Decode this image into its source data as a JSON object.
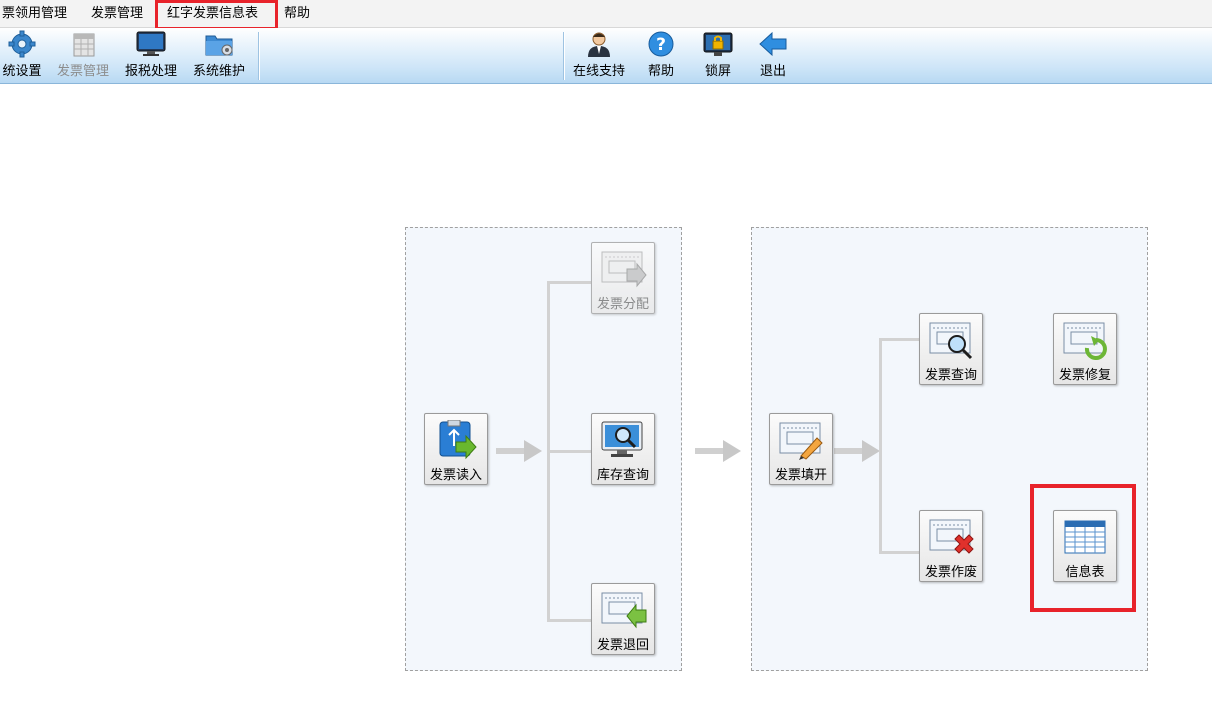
{
  "menu": {
    "items": [
      {
        "label": "票领用管理"
      },
      {
        "label": "发票管理"
      },
      {
        "label": "红字发票信息表"
      },
      {
        "label": "帮助"
      }
    ]
  },
  "toolbar": {
    "left": [
      {
        "label": "统设置",
        "icon": "gear-icon"
      },
      {
        "label": "发票管理",
        "icon": "invoice-calendar-icon",
        "disabled": true
      },
      {
        "label": "报税处理",
        "icon": "monitor-icon"
      },
      {
        "label": "系统维护",
        "icon": "folder-gear-icon"
      }
    ],
    "right": [
      {
        "label": "在线支持",
        "icon": "support-person-icon"
      },
      {
        "label": "帮助",
        "icon": "help-icon"
      },
      {
        "label": "锁屏",
        "icon": "lock-screen-icon"
      },
      {
        "label": "退出",
        "icon": "back-arrow-icon"
      }
    ]
  },
  "flow": {
    "left_panel": {
      "read": {
        "label": "发票读入",
        "icon": "usb-import-icon"
      },
      "assign": {
        "label": "发票分配",
        "icon": "invoice-forward-icon",
        "disabled": true
      },
      "stock": {
        "label": "库存查询",
        "icon": "monitor-search-icon"
      },
      "return": {
        "label": "发票退回",
        "icon": "invoice-return-icon"
      }
    },
    "right_panel": {
      "issue": {
        "label": "发票填开",
        "icon": "invoice-pen-icon"
      },
      "query": {
        "label": "发票查询",
        "icon": "invoice-search-icon"
      },
      "repair": {
        "label": "发票修复",
        "icon": "invoice-repair-icon"
      },
      "void": {
        "label": "发票作废",
        "icon": "invoice-void-icon"
      },
      "info": {
        "label": "信息表",
        "icon": "table-icon"
      }
    }
  },
  "colors": {
    "highlight": "#e8232b",
    "toolbar_blue": "#b8d9f3"
  }
}
